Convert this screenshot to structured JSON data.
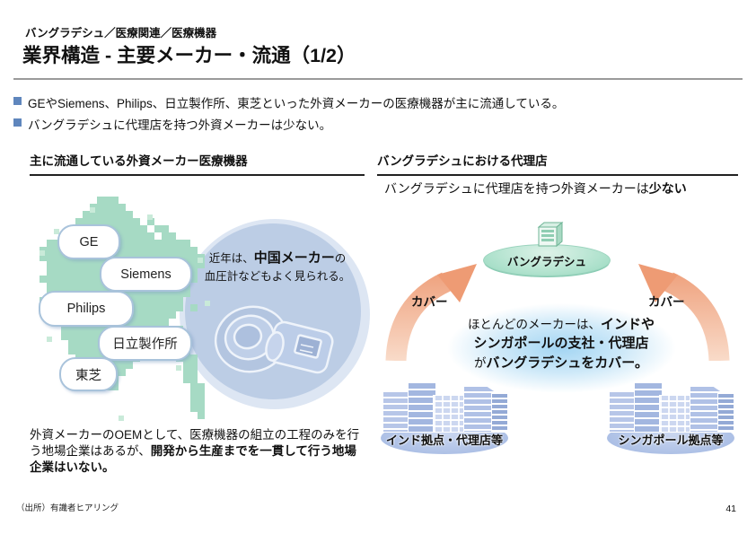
{
  "page": {
    "breadcrumb": "バングラデシュ／医療関連／医療機器",
    "title": "業界構造 - 主要メーカー・流通（1/2）",
    "source": "（出所）有識者ヒアリング",
    "page_number": "41"
  },
  "bullets": [
    "GEやSiemens、Philips、日立製作所、東芝といった外資メーカーの医療機器が主に流通している。",
    "バングラデシュに代理店を持つ外資メーカーは少ない。"
  ],
  "left_panel": {
    "heading": "主に流通している外資メーカー医療機器",
    "makers": [
      "GE",
      "Siemens",
      "Philips",
      "日立製作所",
      "東芝"
    ],
    "china_note": {
      "line1_normal": "近年は、",
      "line1_bold": "中国メーカー",
      "line1_tail": "の",
      "line2": "血圧計などもよく見られる。"
    },
    "oem_note": {
      "normal": "外資メーカーのOEMとして、医療機器の組立の工程のみを行う地場企業はあるが、",
      "bold": "開発から生産までを一貫して行う地場企業はいない。"
    }
  },
  "right_panel": {
    "heading": "バングラデシュにおける代理店",
    "subtitle": {
      "normal": "バングラデシュに代理店を持つ外資メーカーは",
      "bold": "少ない"
    },
    "top_node_label": "バングラデシュ",
    "cover_left": "カバー",
    "cover_right": "カバー",
    "center_note": {
      "l1_normal": "ほとんどのメーカーは、",
      "l1_bold": "インドや",
      "l2_bold": "シンガポールの支社・代理店",
      "l3_normal": "が",
      "l3_bold": "バングラデシュをカバー。"
    },
    "node_india": "インド拠点・代理店等",
    "node_singapore": "シンガポール拠点等"
  },
  "icons": {
    "bullet_square": "blue-square-bullet",
    "map": "bangladesh-pixel-map",
    "bp_monitor": "blood-pressure-monitor",
    "building_small": "small-building-icon",
    "buildings_cluster": "city-buildings-illustration"
  },
  "colors": {
    "bullet_blue": "#5f86bd",
    "map_green": "#a6dac4",
    "circle_blue": "#bccde5",
    "arrow_salmon": "#ee9b74",
    "node_green": "#aae0ca",
    "building_blue": "#b7c6e8",
    "glow_blue": "#9ed3f2"
  }
}
